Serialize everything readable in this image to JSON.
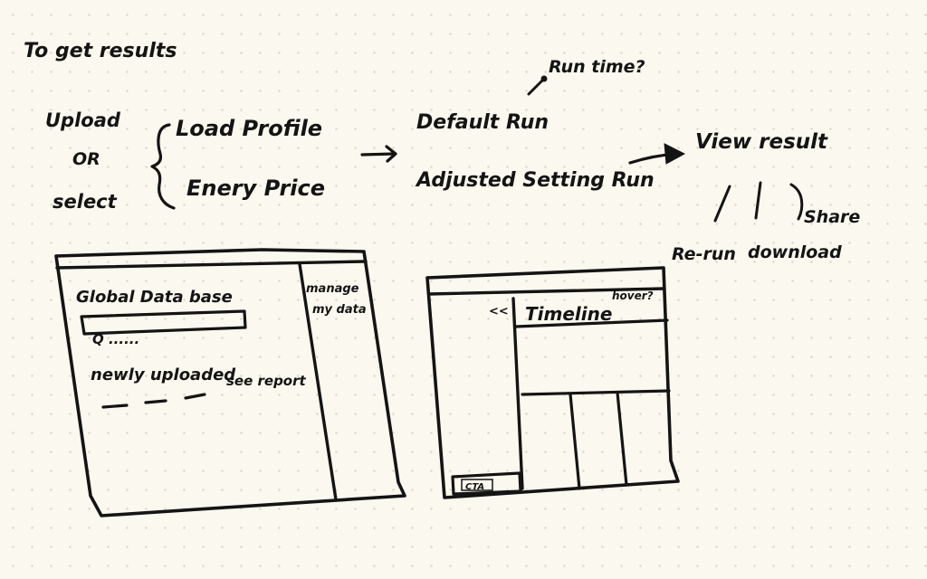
{
  "page": {
    "heading": "To get results"
  },
  "flow": {
    "source_choice": {
      "upload": "Upload",
      "or": "OR",
      "select": "select"
    },
    "inputs": {
      "load_profile": "Load Profile",
      "energy_price": "Enery Price"
    },
    "runs": {
      "default_run": "Default Run",
      "adjusted_run": "Adjusted Setting Run",
      "run_time_note": "Run time?"
    },
    "result": {
      "view_result": "View result",
      "rerun": "Re-run",
      "download": "download",
      "share": "Share"
    }
  },
  "wireframe_database": {
    "title": "Global Data base",
    "search_text": "Q ......",
    "recent_heading": "newly uploaded",
    "see_report": "see report",
    "sidebar_line1": "manage",
    "sidebar_line2": "my data"
  },
  "wireframe_timeline": {
    "back_icon_text": "<<",
    "title": "Timeline",
    "hover_note": "hover?",
    "cta_label": "CTA"
  },
  "colors": {
    "paper": "#fbf8ef",
    "ink": "#141414",
    "dot": "#d6d2c6"
  }
}
